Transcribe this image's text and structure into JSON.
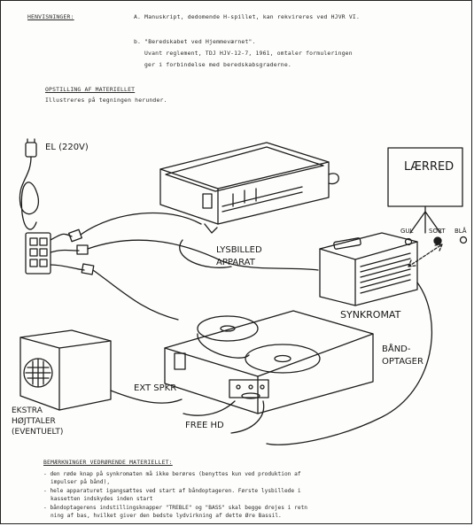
{
  "header": {
    "label": "HENVISNINGER:",
    "item_a": "A. Manuskript, dedomende H-spillet, kan rekvireres ved HJVR VI.",
    "item_b1": "b. \"Beredskabet ved Hjemmeværnet\".",
    "item_b2": "Uvant reglement, TDJ HJV-12-7, 1961, omtaler formuleringen",
    "item_b3": "ger i forbindelse med beredskabsgraderne."
  },
  "setup": {
    "heading": "OPSTILLING AF MATERIELLET",
    "subtitle": "Illustreres på tegningen herunder."
  },
  "drawing_labels": {
    "power": "EL (220V)",
    "screen": "LÆRRED",
    "slide_projector_1": "LYSBILLED",
    "slide_projector_2": "APPARAT",
    "colors": [
      "GUL",
      "SORT",
      "BLÅ"
    ],
    "synchronizer": "SYNKROMAT",
    "tape_recorder_1": "BÅND-",
    "tape_recorder_2": "OPTAGER",
    "ext_speaker_jack": "EXT SPKR",
    "extra_speaker_1": "EKSTRA",
    "extra_speaker_2": "HØJTTALER",
    "extra_speaker_3": "(EVENTUELT)",
    "free_hd": "FREE HD"
  },
  "notes": {
    "heading": "BEMÆRKNINGER VEDRØRENDE MATERIELLET:",
    "n1a": "- den røde knap på synkromaten må ikke berøres (benyttes kun ved produktion af",
    "n1b": "impulser på bånd),",
    "n2a": "- hele apparaturet igangsættes ved start af båndoptageren. Første lysbillede i",
    "n2b": "kassetten indskydes inden start",
    "n3a": "- båndoptagerens indstillingsknapper \"TREBLE\" og \"BASS\" skal begge drejes i retn",
    "n3b": "ning af bas, hvilket giver den bedste lydvirkning af dette Øre Bassil."
  }
}
